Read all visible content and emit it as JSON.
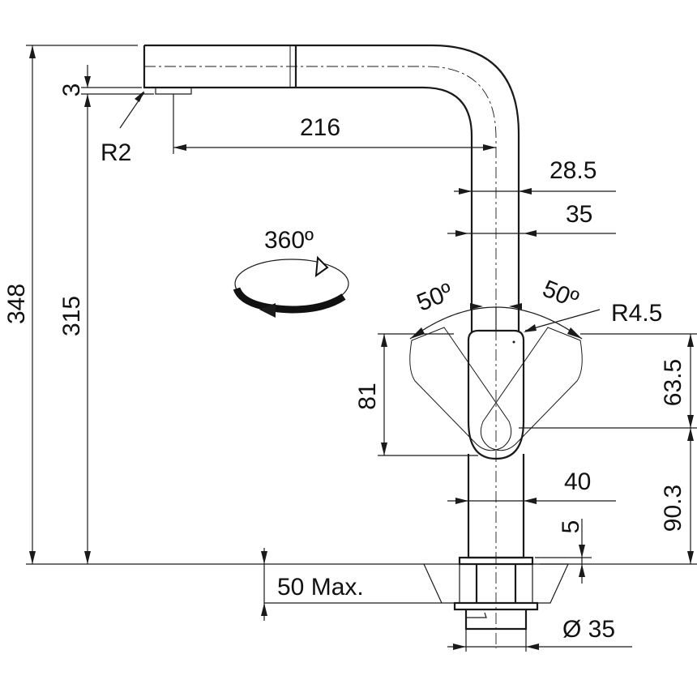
{
  "dimensions": {
    "total_height": "348",
    "spout_height": "315",
    "nozzle_offset": "3",
    "nozzle_radius": "R2",
    "spout_reach": "216",
    "neck_width": "28.5",
    "neck_outer": "35",
    "lever_angle_left": "50º",
    "lever_angle_right": "50º",
    "lever_radius": "R4.5",
    "lever_height": "81",
    "lever_top_section": "63.5",
    "body_height": "90.3",
    "body_width": "40",
    "base_offset": "5",
    "worktop_thickness": "50 Max.",
    "tail_diameter": "Ø 35"
  },
  "rotation": {
    "label": "360º"
  },
  "colors": {
    "line": "#1a1a1a",
    "background": "#ffffff",
    "worktop_fill": "#d9d9d9"
  }
}
